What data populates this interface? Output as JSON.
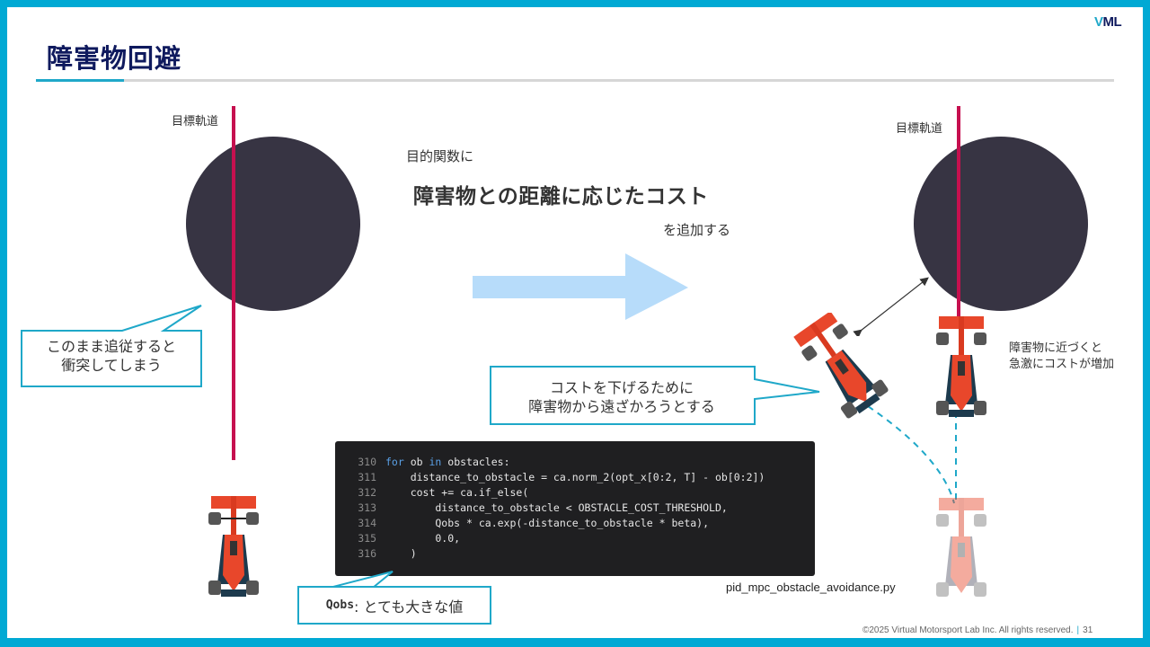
{
  "slide": {
    "title": "障害物回避",
    "logo": {
      "accent": "V",
      "rest": "ML"
    },
    "footer": {
      "copyright": "©2025 Virtual Motorsport Lab Inc. All rights reserved.",
      "separator": "|",
      "page_number": "31"
    }
  },
  "left_panel": {
    "track_label": "目標軌道",
    "callout": {
      "line1": "このまま追従すると",
      "line2": "衝突してしまう"
    }
  },
  "center": {
    "intro": "目的関数に",
    "emphasis": "障害物との距離に応じたコスト",
    "suffix": "を追加する",
    "arrow": "right-arrow"
  },
  "right_panel": {
    "track_label": "目標軌道",
    "note": {
      "line1": "障害物に近づくと",
      "line2": "急激にコストが増加"
    },
    "callout": {
      "line1": "コストを下げるために",
      "line2": "障害物から遠ざかろうとする"
    }
  },
  "code": {
    "filename": "pid_mpc_obstacle_avoidance.py",
    "lines": [
      {
        "no": "310",
        "kw": "for",
        "pre": "",
        "mid": " ob ",
        "kw2": "in",
        "post": " obstacles:"
      },
      {
        "no": "311",
        "text": "    distance_to_obstacle = ca.norm_2(opt_x[0:2, T] - ob[0:2])"
      },
      {
        "no": "312",
        "text": "    cost += ca.if_else("
      },
      {
        "no": "313",
        "text": "        distance_to_obstacle < OBSTACLE_COST_THRESHOLD,"
      },
      {
        "no": "314",
        "text": "        Qobs * ca.exp(-distance_to_obstacle * beta),"
      },
      {
        "no": "315",
        "text": "        0.0,"
      },
      {
        "no": "316",
        "text": "    )"
      }
    ]
  },
  "qobs_note": {
    "code": "Qobs",
    "text": ": とても大きな値"
  },
  "colors": {
    "frame": "#00a9d4",
    "title": "#0f1a5e",
    "accent": "#1fa8c9",
    "obstacle": "#373443",
    "track": "#c6104f",
    "arrow": "#b7dcfa",
    "car_body": "#e8472b",
    "code_bg": "#1f1f21"
  }
}
